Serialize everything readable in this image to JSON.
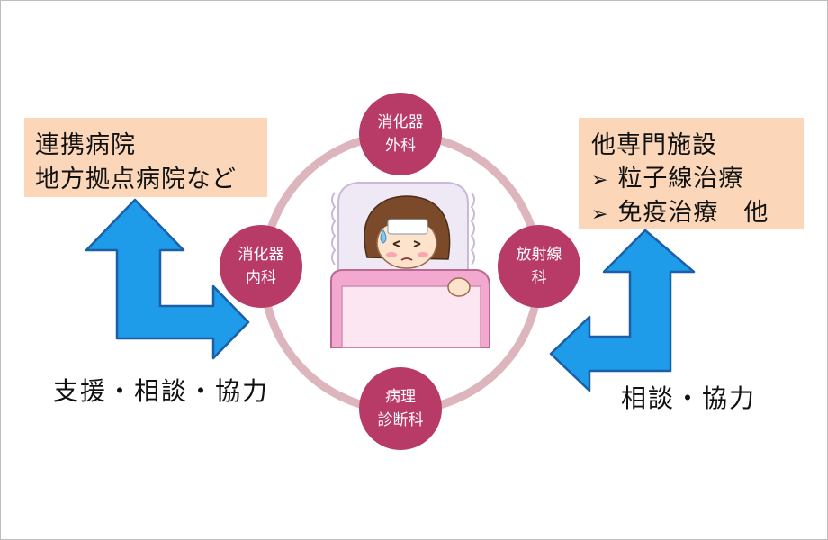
{
  "left_box": {
    "line1": "連携病院",
    "line2": "地方拠点病院など"
  },
  "right_box": {
    "title": "他専門施設",
    "bullets": [
      "粒子線治療",
      "免疫治療　他"
    ],
    "bullet_glyph": "➢"
  },
  "left_caption": "支援・相談・協力",
  "right_caption": "相談・協力",
  "nodes": {
    "top": [
      "消化器",
      "外科"
    ],
    "left": [
      "消化器",
      "内科"
    ],
    "right": [
      "放射線",
      "科"
    ],
    "bottom": [
      "病理",
      "診断科"
    ]
  },
  "colors": {
    "node": "#b83a66",
    "ring": "#dcb5bd",
    "box": "#fbd6b8",
    "arrow": "#1e9be9",
    "arrow_outline": "#1a5fa8"
  },
  "icons": {
    "patient": "sick-patient-in-bed-illustration"
  }
}
